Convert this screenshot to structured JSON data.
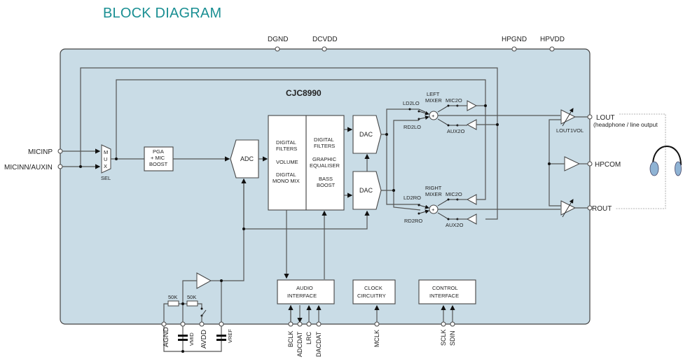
{
  "title": "BLOCK DIAGRAM",
  "chip": {
    "name": "CJC8990",
    "fill_color": "#c9dce6",
    "title_color": "#1a8f93"
  },
  "top_pins": [
    "DGND",
    "DCVDD",
    "HPGND",
    "HPVDD"
  ],
  "left_pins": [
    "MICINP",
    "MICINN/AUXIN"
  ],
  "mux": {
    "letters": [
      "M",
      "U",
      "X"
    ],
    "sel_label": "SEL"
  },
  "blocks": {
    "pga": [
      "PGA",
      "+ MIC",
      "BOOST"
    ],
    "adc": "ADC",
    "dsp_left": [
      "DIGITAL",
      "FILTERS",
      "VOLUME",
      "DIGITAL",
      "MONO MIX"
    ],
    "dsp_right": [
      "DIGITAL",
      "FILTERS",
      "GRAPHIC",
      "EQUALISER",
      "BASS",
      "BOOST"
    ],
    "dac_left": "DAC",
    "dac_right": "DAC",
    "audio_interface": [
      "AUDIO",
      "INTERFACE"
    ],
    "clock": [
      "CLOCK",
      "CIRCUITRY"
    ],
    "control": [
      "CONTROL",
      "INTERFACE"
    ]
  },
  "left_mixer": {
    "title": [
      "LEFT",
      "MIXER"
    ],
    "inputs": [
      "LD2LO",
      "RD2LO",
      "MIC2O",
      "AUX2O"
    ],
    "symbol": "+"
  },
  "right_mixer": {
    "title": [
      "RIGHT",
      "MIXER"
    ],
    "inputs": [
      "LD2RO",
      "RD2RO",
      "MIC2O",
      "AUX2O"
    ],
    "symbol": "+"
  },
  "outputs": {
    "lout": "LOUT",
    "lout_note": "(headphone / line output",
    "lout_vol": "LOUT1VOL",
    "hpcom": "HPCOM",
    "rout": "ROUT"
  },
  "bottom_pins": {
    "analog": [
      "AGND",
      "VMID",
      "AVDD",
      "VREF"
    ],
    "resistors": [
      "50K",
      "50K"
    ],
    "audio": [
      "BCLK",
      "ADCDAT",
      "LRC",
      "DACDAT"
    ],
    "clock": [
      "MCLK"
    ],
    "control": [
      "SCLK",
      "SDIN"
    ]
  },
  "icons": {
    "headphone": "headphones-icon",
    "headphone_color": "#8fb3d4"
  }
}
